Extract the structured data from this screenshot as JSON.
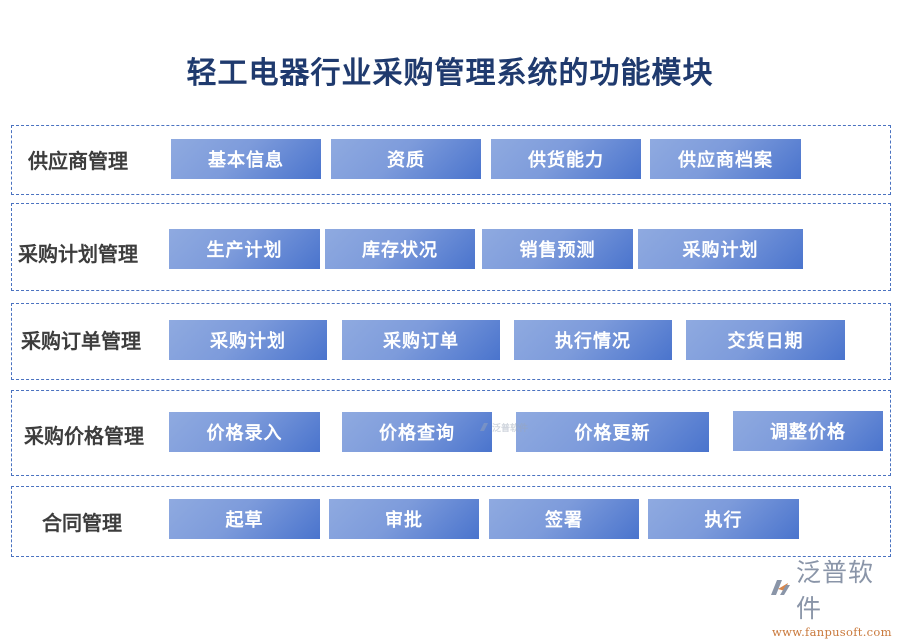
{
  "title": "轻工电器行业采购管理系统的功能模块",
  "groups": [
    {
      "label": "供应商管理",
      "items": [
        "基本信息",
        "资质",
        "供货能力",
        "供应商档案"
      ]
    },
    {
      "label": "采购计划管理",
      "items": [
        "生产计划",
        "库存状况",
        "销售预测",
        "采购计划"
      ]
    },
    {
      "label": "采购订单管理",
      "items": [
        "采购计划",
        "采购订单",
        "执行情况",
        "交货日期"
      ]
    },
    {
      "label": "采购价格管理",
      "items": [
        "价格录入",
        "价格查询",
        "价格更新",
        "调整价格"
      ]
    },
    {
      "label": "合同管理",
      "items": [
        "起草",
        "审批",
        "签署",
        "执行"
      ]
    }
  ],
  "watermark": {
    "center_text": "泛普软件"
  },
  "logo": {
    "name": "泛普软件",
    "url": "www.fanpusoft.com"
  },
  "colors": {
    "title": "#1f3a6e",
    "border": "#4a72c0",
    "button_light": "#8faae0",
    "button_dark": "#4a74cd",
    "label": "#3d3d3d"
  }
}
